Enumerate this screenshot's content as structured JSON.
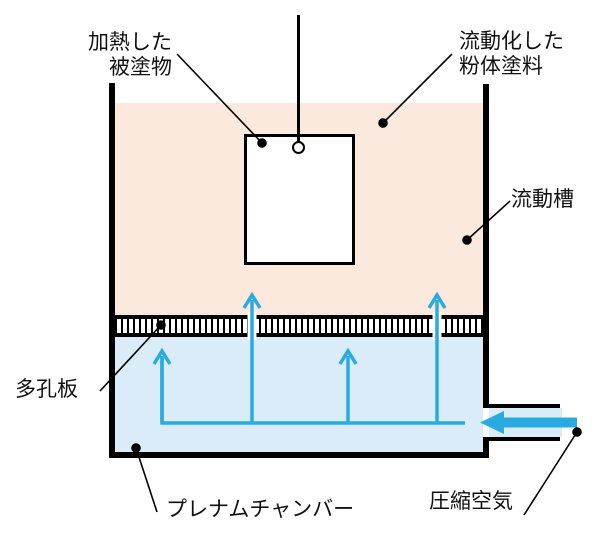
{
  "diagram": {
    "labels": {
      "heated_object": "加熱した\n被塗物",
      "fluidized_powder": "流動化した\n粉体塗料",
      "fluidizing_tank": "流動槽",
      "perforated_plate": "多孔板",
      "plenum_chamber": "プレナムチャンバー",
      "compressed_air": "圧縮空気"
    },
    "colors": {
      "powder_bed": "#fce9dd",
      "air_chamber": "#d9ecf8",
      "pipe_interior": "#d9ecf8",
      "flow_arrow": "#29abe2",
      "outline": "#000000",
      "background": "#ffffff"
    }
  }
}
